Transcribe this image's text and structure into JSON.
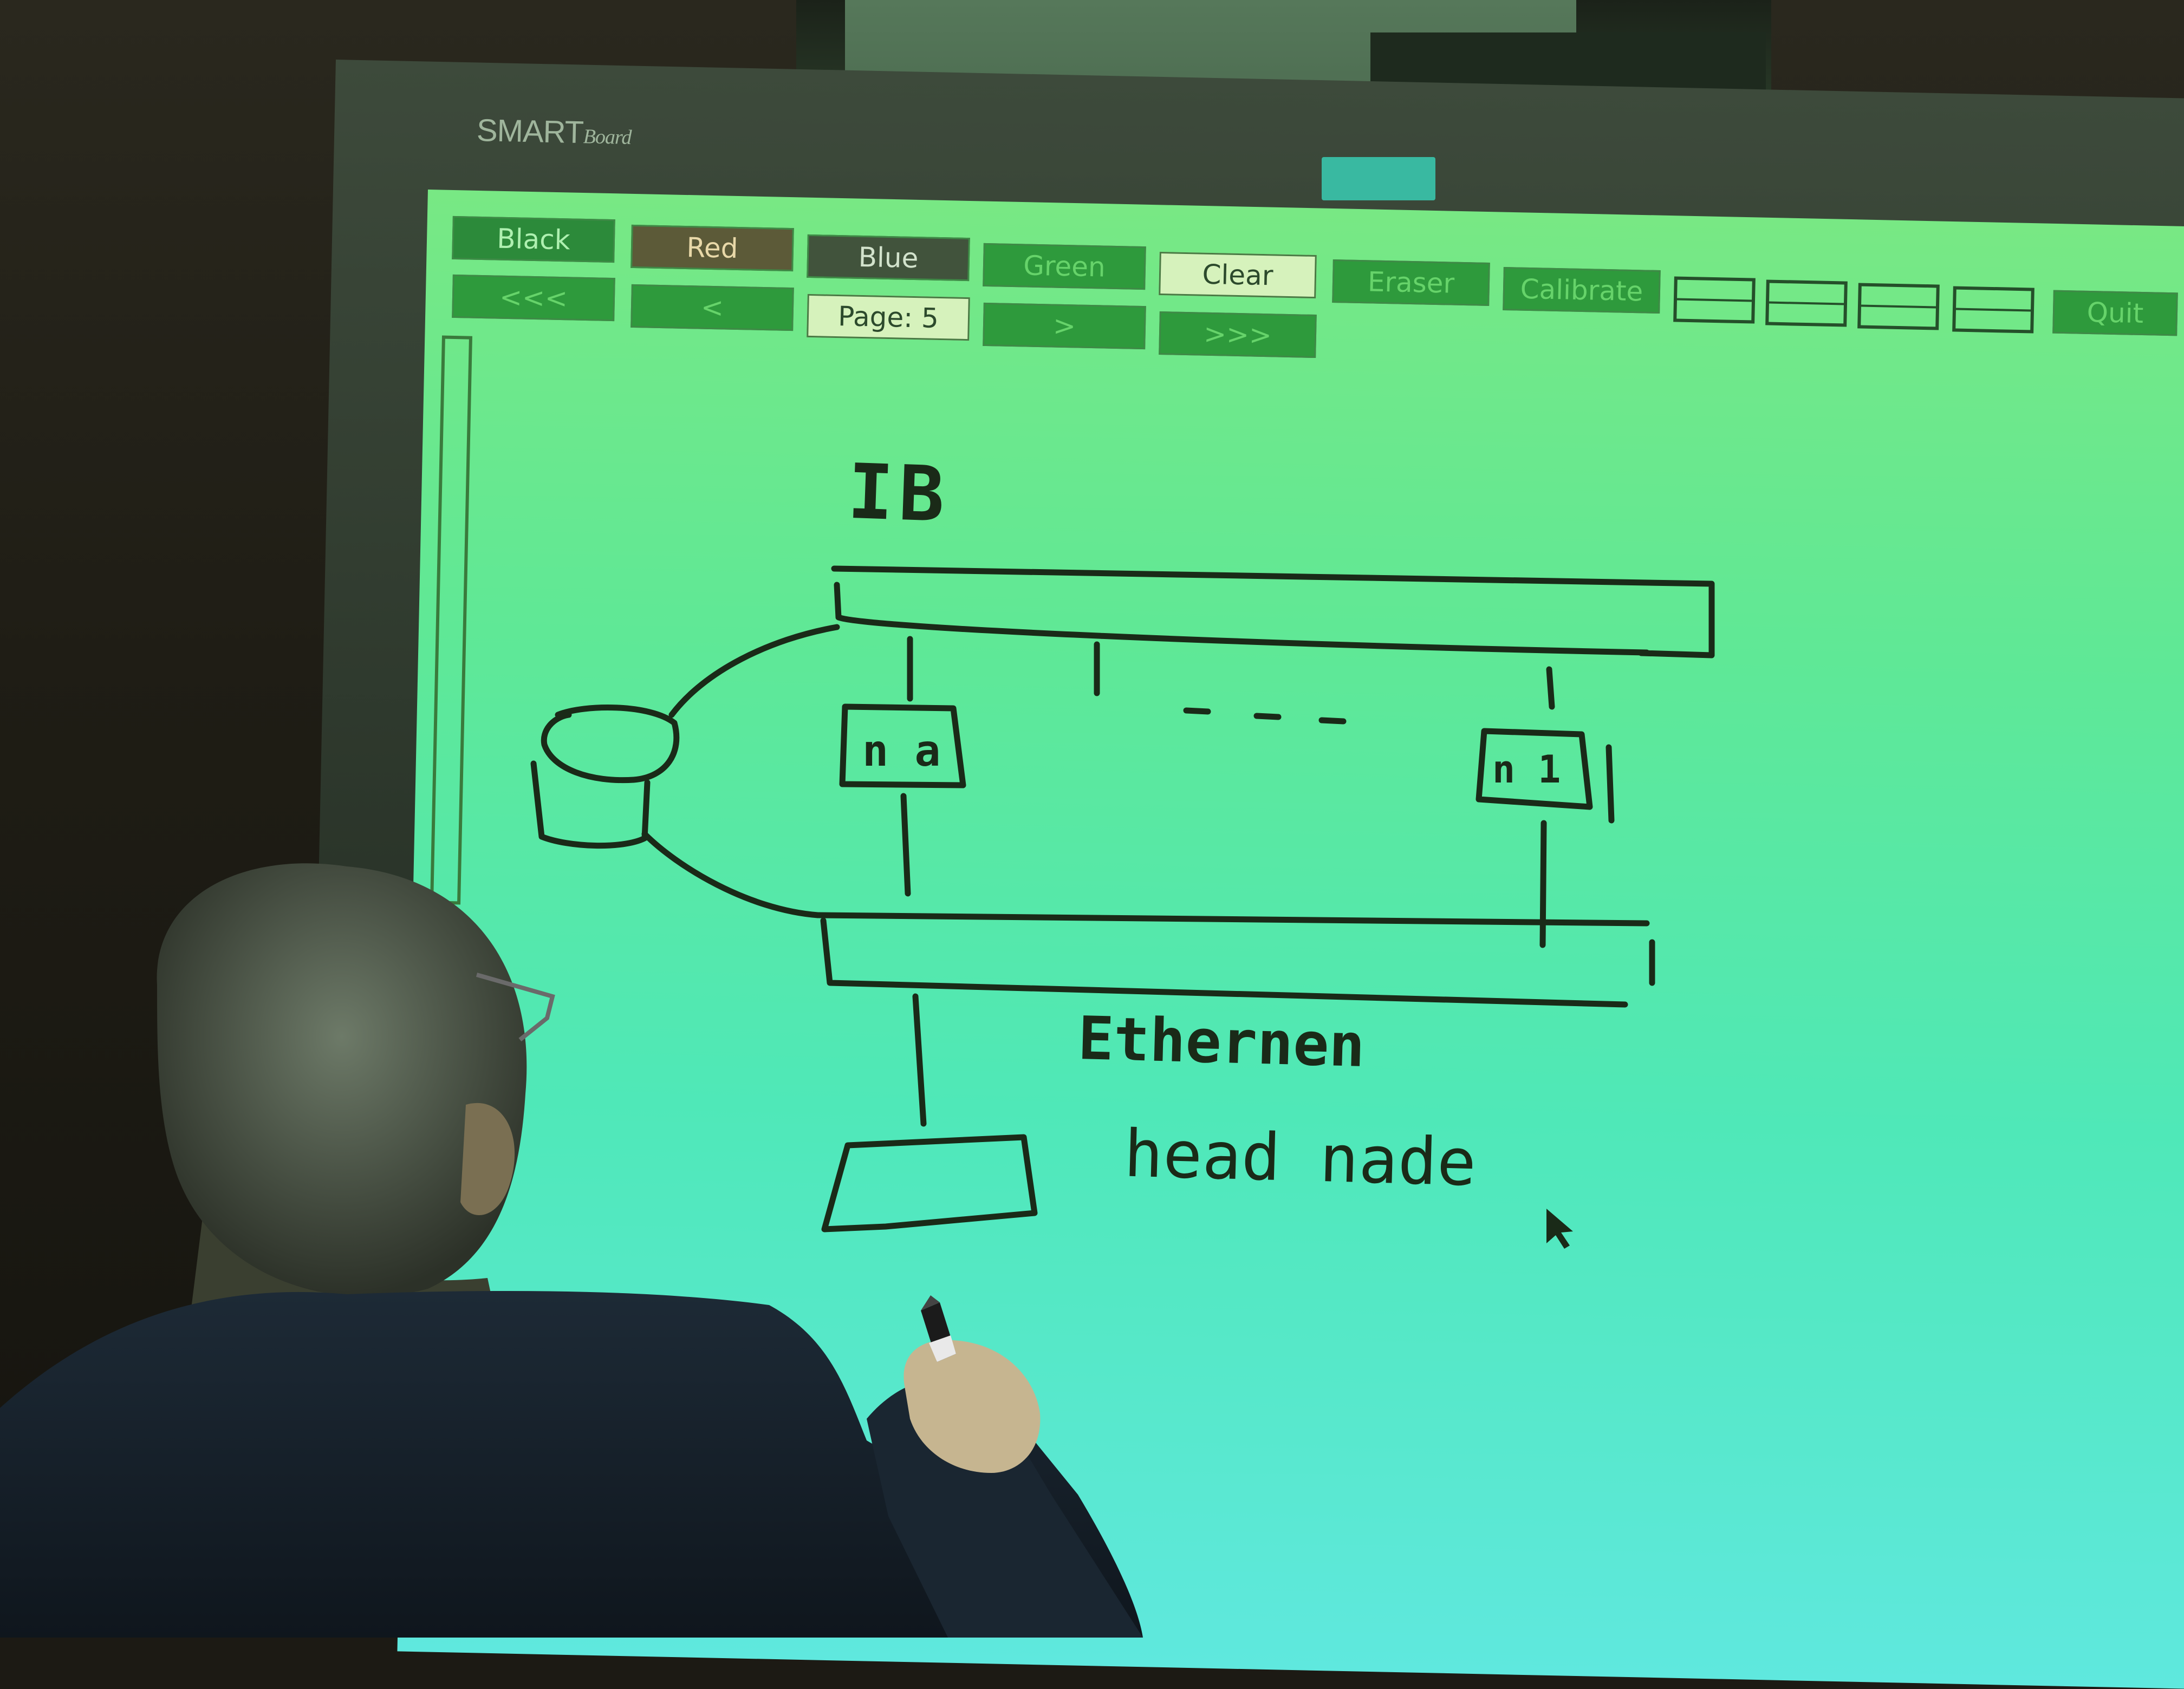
{
  "branding": {
    "logo": "SMART",
    "logo_suffix": "Board"
  },
  "toolbar": {
    "color_buttons": [
      "Black",
      "Red",
      "Blue",
      "Green"
    ],
    "clear_label": "Clear",
    "eraser_label": "Eraser",
    "calibrate_label": "Calibrate",
    "quit_label": "Quit",
    "nav": {
      "first_label": "<<<",
      "prev_label": "<",
      "page_label": "Page: 5",
      "next_label": ">",
      "last_label": ">>>"
    }
  },
  "drawing": {
    "title": "IB",
    "label_ethernet": "Ethernen",
    "label_head_node": "head nade",
    "node_left": "n a",
    "node_right": "n 1"
  },
  "colors": {
    "screen_top": "#78e884",
    "screen_bottom": "#5fe8de",
    "ink": "#1a2a18"
  }
}
